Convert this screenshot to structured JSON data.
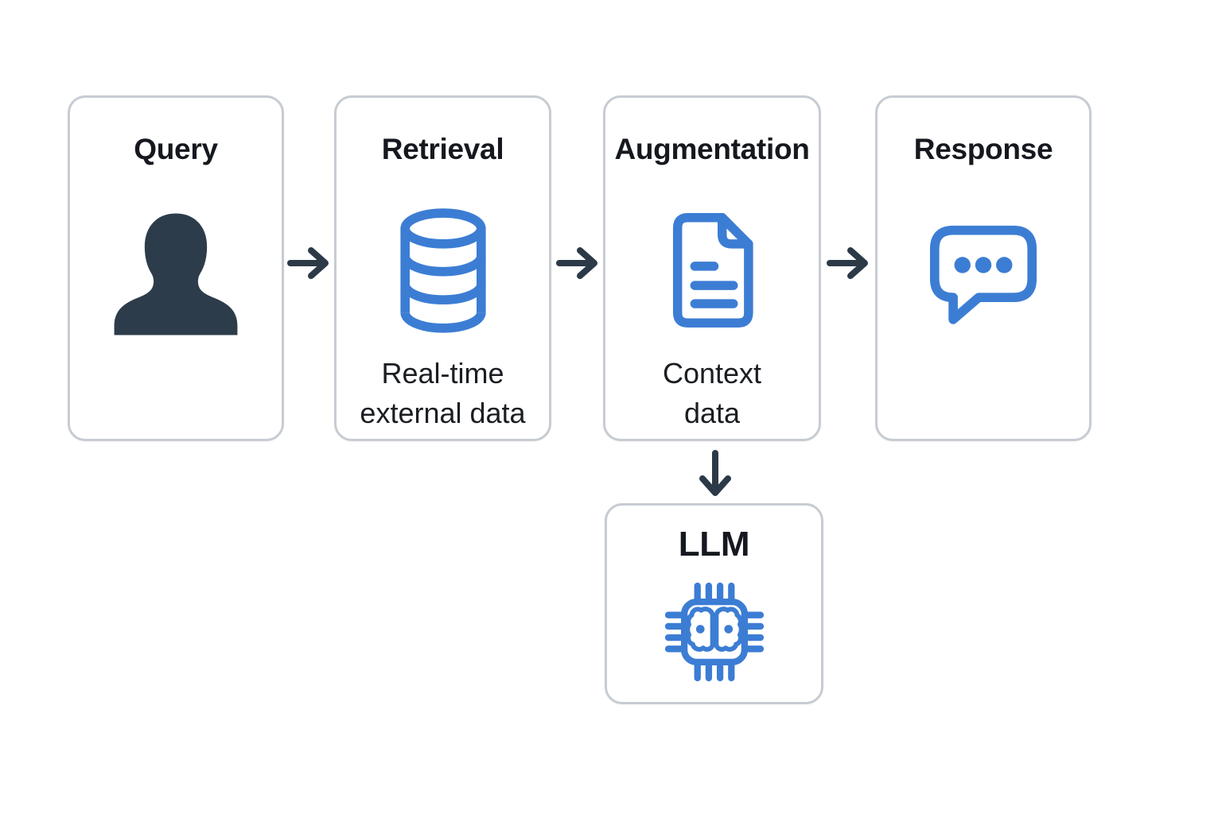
{
  "colors": {
    "accent_blue": "#3c7dd4",
    "dark_slate": "#2c3947",
    "box_border": "#c7ccd3",
    "title_text": "#15181e"
  },
  "nodes": {
    "query": {
      "title": "Query",
      "icon": "user-silhouette-icon"
    },
    "retrieval": {
      "title": "Retrieval",
      "icon": "database-icon",
      "subtitle": "Real-time external data"
    },
    "augmentation": {
      "title": "Augmentation",
      "icon": "document-icon",
      "subtitle": "Context data"
    },
    "response": {
      "title": "Response",
      "icon": "chat-bubble-icon"
    },
    "llm": {
      "title": "LLM",
      "icon": "chip-brain-icon"
    }
  },
  "connections": [
    {
      "from": "Query",
      "to": "Retrieval",
      "direction": "right"
    },
    {
      "from": "Retrieval",
      "to": "Augmentation",
      "direction": "right"
    },
    {
      "from": "Augmentation",
      "to": "Response",
      "direction": "right"
    },
    {
      "from": "Augmentation",
      "to": "LLM",
      "direction": "down"
    }
  ]
}
